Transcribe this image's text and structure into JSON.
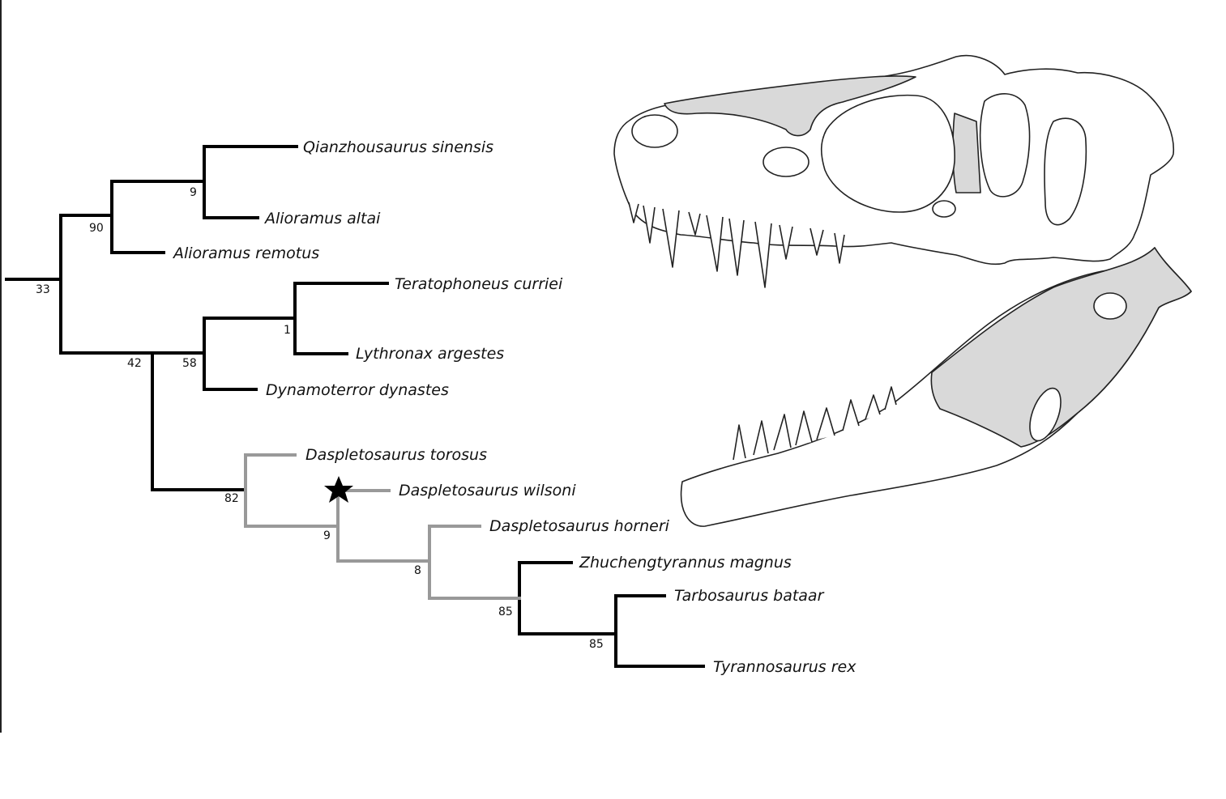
{
  "figure": {
    "title": "Tyrannosaurine phylogeny with Daspletosaurus wilsoni skull reconstruction",
    "colors": {
      "branch_primary": "#000000",
      "branch_daspletosaurus": "#999999",
      "skull_outline": "#222222",
      "skull_shade": "#d9d9d9",
      "background": "#ffffff"
    }
  },
  "cladogram": {
    "taxa": [
      {
        "id": "qianzhousaurus",
        "name": "Qianzhousaurus sinensis"
      },
      {
        "id": "alioramus_altai",
        "name": "Alioramus altai"
      },
      {
        "id": "alioramus_remotus",
        "name": "Alioramus remotus"
      },
      {
        "id": "teratophoneus",
        "name": "Teratophoneus curriei"
      },
      {
        "id": "lythronax",
        "name": "Lythronax argestes"
      },
      {
        "id": "dynamoterror",
        "name": "Dynamoterror dynastes"
      },
      {
        "id": "d_torosus",
        "name": "Daspletosaurus torosus"
      },
      {
        "id": "d_wilsoni",
        "name": "Daspletosaurus wilsoni"
      },
      {
        "id": "d_horneri",
        "name": "Daspletosaurus horneri"
      },
      {
        "id": "zhuchengtyrannus",
        "name": "Zhuchengtyrannus magnus"
      },
      {
        "id": "tarbosaurus",
        "name": "Tarbosaurus bataar"
      },
      {
        "id": "tyrannosaurus",
        "name": "Tyrannosaurus rex"
      }
    ],
    "support_values": [
      {
        "node": "root",
        "value": "33"
      },
      {
        "node": "alioraminae",
        "value": "90"
      },
      {
        "node": "qianzhousaurus+alioramus_altai",
        "value": "9"
      },
      {
        "node": "teratophoneini+tyrannosaurini",
        "value": "42"
      },
      {
        "node": "teratophoneini",
        "value": "58"
      },
      {
        "node": "teratophoneus+lythronax",
        "value": "1"
      },
      {
        "node": "daspletosaurus+tyrannosaurini",
        "value": "82"
      },
      {
        "node": "d_wilsoni+derived",
        "value": "9"
      },
      {
        "node": "d_horneri+tyrannosaurini",
        "value": "8"
      },
      {
        "node": "tyrannosaurini",
        "value": "85"
      },
      {
        "node": "tarbosaurus+tyrannosaurus",
        "value": "85"
      }
    ],
    "highlight": {
      "taxon": "Daspletosaurus wilsoni",
      "marker": "star-icon"
    }
  },
  "illustration": {
    "subject": "skull-with-open-jaws",
    "parts": [
      "cranium",
      "mandible"
    ]
  }
}
